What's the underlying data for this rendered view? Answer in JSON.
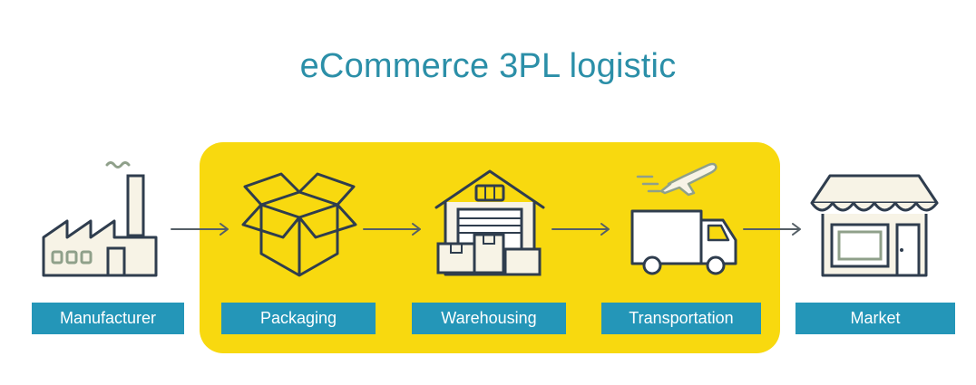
{
  "title": "eCommerce 3PL logistic",
  "colors": {
    "title": "#2b8fa8",
    "highlight": "#f8d90f",
    "label_bg": "#2496b8",
    "label_text": "#ffffff",
    "icon_stroke": "#2f3d4e",
    "icon_fill": "#f7f3e6",
    "icon_accent": "#8fa08a"
  },
  "steps": [
    {
      "label": "Manufacturer",
      "icon": "factory-icon"
    },
    {
      "label": "Packaging",
      "icon": "open-box-icon"
    },
    {
      "label": "Warehousing",
      "icon": "warehouse-icon"
    },
    {
      "label": "Transportation",
      "icon": "truck-plane-icon"
    },
    {
      "label": "Market",
      "icon": "storefront-icon"
    }
  ]
}
